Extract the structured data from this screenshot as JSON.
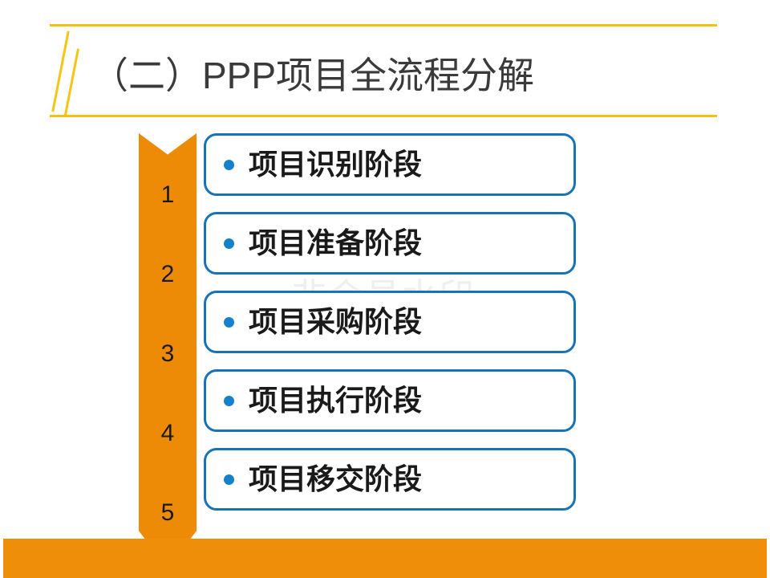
{
  "slide": {
    "title": "（二）PPP项目全流程分解",
    "watermark": "非会员水印",
    "colors": {
      "accent_orange": "#ED8B06",
      "accent_gold": "#F2C20C",
      "accent_blue": "#1872B8",
      "bullet_blue": "#1480CE",
      "title_text": "#3a3a3a",
      "watermark_gray": "#efefef",
      "background": "#ffffff"
    }
  },
  "steps": [
    {
      "number": "1",
      "label": "项目识别阶段"
    },
    {
      "number": "2",
      "label": "项目准备阶段"
    },
    {
      "number": "3",
      "label": "项目采购阶段"
    },
    {
      "number": "4",
      "label": "项目执行阶段"
    },
    {
      "number": "5",
      "label": "项目移交阶段"
    }
  ]
}
